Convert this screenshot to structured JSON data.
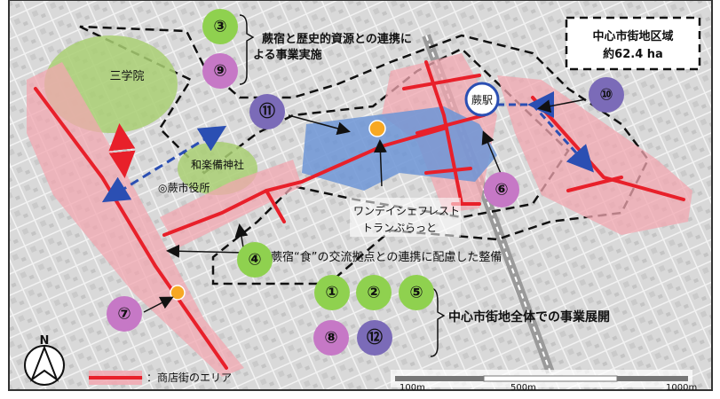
{
  "map": {
    "district_box": {
      "line1": "中心市街地区域",
      "line2": "約62.4 ha"
    },
    "labels": {
      "sangakuin": "三学院",
      "wakurabi_shrine": "和楽備神社",
      "city_hall": "◎蕨市役所",
      "warabi_station": "蕨駅",
      "plaza_line1": "ワンデイシェフレスト",
      "plaza_line2": "トランぷらっと"
    },
    "annotations": {
      "historic_line1": "蕨宿と歴史的資源との連携に",
      "historic_line2": "よる事業実施",
      "food_hub": "蕨宿“食”の交流拠点との連携に配慮した整備",
      "center_wide": "中心市街地全体での事業展開"
    },
    "badges": [
      {
        "id": "b3",
        "label": "③",
        "color": "#8fd14f"
      },
      {
        "id": "b9",
        "label": "⑨",
        "color": "#c678c6"
      },
      {
        "id": "b11",
        "label": "⑪",
        "color": "#7b6bb8"
      },
      {
        "id": "b10",
        "label": "⑩",
        "color": "#7b6bb8"
      },
      {
        "id": "b6",
        "label": "⑥",
        "color": "#c678c6"
      },
      {
        "id": "b4",
        "label": "④",
        "color": "#8fd14f"
      },
      {
        "id": "b7",
        "label": "⑦",
        "color": "#c678c6"
      },
      {
        "id": "b1",
        "label": "①",
        "color": "#8fd14f"
      },
      {
        "id": "b2",
        "label": "②",
        "color": "#8fd14f"
      },
      {
        "id": "b5",
        "label": "⑤",
        "color": "#8fd14f"
      },
      {
        "id": "b8",
        "label": "⑧",
        "color": "#c678c6"
      },
      {
        "id": "b12",
        "label": "⑫",
        "color": "#7b6bb8"
      }
    ],
    "legend": {
      "label": "：商店街のエリア"
    },
    "scale": {
      "ticks": [
        "100m",
        "500m",
        "1000m"
      ]
    },
    "north": "N",
    "colors": {
      "shopping_area_fill": "#f2a7b0",
      "street_line": "#e8202a",
      "blue_area": "#6d95d6",
      "green_area": "#a9cf73",
      "marker": "#f7a823",
      "arrow_blue": "#2b4fb3"
    }
  }
}
